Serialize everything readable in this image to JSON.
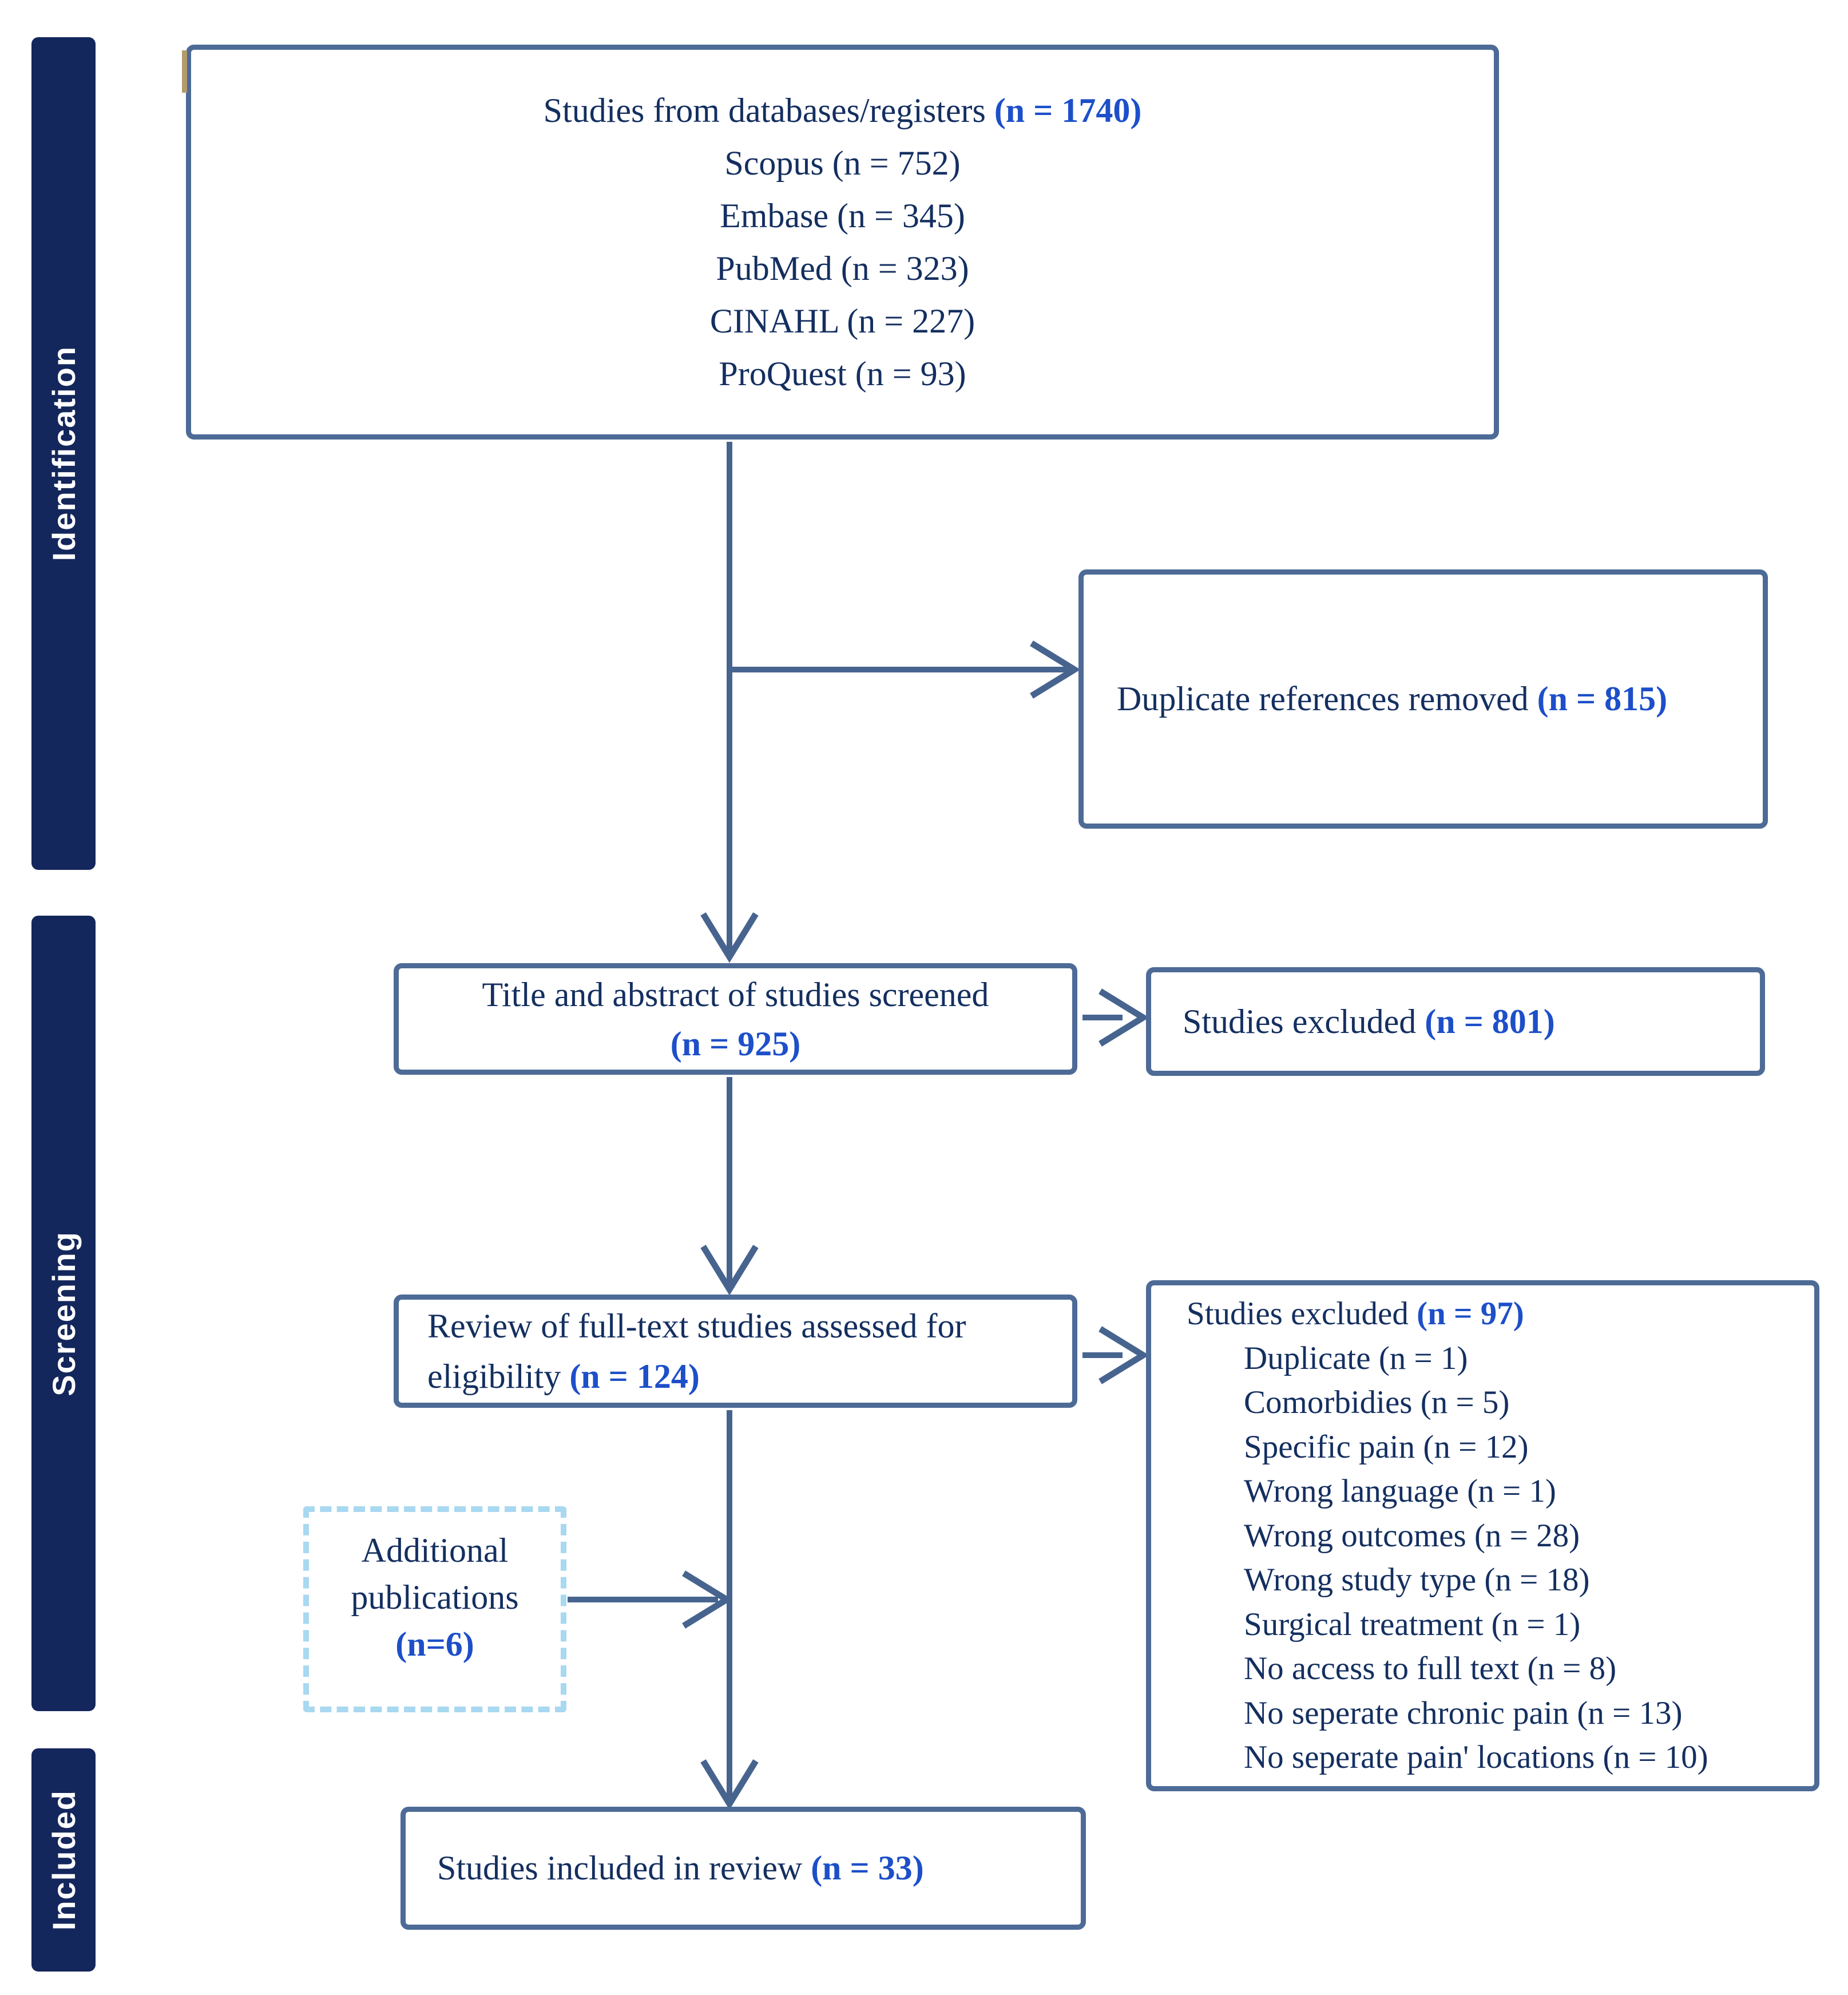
{
  "palette": {
    "border_blue": "#4d6b96",
    "arrow_blue": "#47648f",
    "text_navy": "#142f60",
    "accent_blue": "#1d4fc9",
    "sidebar_navy": "#14275c",
    "dashed_light_blue": "#a9d8f1"
  },
  "sidebar": {
    "stages": [
      {
        "label": "Identification"
      },
      {
        "label": "Screening"
      },
      {
        "label": "Included"
      }
    ]
  },
  "boxes": {
    "databases": {
      "title_prefix": "Studies from databases/registers ",
      "title_n": "(n = 1740)",
      "sources": [
        "Scopus (n = 752)",
        "Embase (n = 345)",
        "PubMed (n = 323)",
        "CINAHL (n = 227)",
        "ProQuest (n = 93)"
      ]
    },
    "duplicates_removed": {
      "label_prefix": "Duplicate references removed ",
      "n": "(n = 815)"
    },
    "screened": {
      "line1": "Title and abstract of studies screened",
      "n": "(n = 925)"
    },
    "excluded_screening": {
      "label_prefix": "Studies excluded ",
      "n": "(n = 801)"
    },
    "fulltext": {
      "line1": "Review of full-text studies assessed for",
      "line2_prefix": "eligibility ",
      "n": "(n = 124)"
    },
    "excluded_fulltext": {
      "label_prefix": "Studies excluded ",
      "n": "(n = 97)",
      "reasons": [
        "Duplicate (n = 1)",
        "Comorbidies (n = 5)",
        "Specific pain (n = 12)",
        "Wrong language (n = 1)",
        "Wrong outcomes (n = 28)",
        "Wrong study type (n = 18)",
        "Surgical treatment (n = 1)",
        "No access to full text (n = 8)",
        "No seperate chronic pain (n = 13)",
        "No seperate pain' locations (n = 10)"
      ]
    },
    "additional": {
      "line1": "Additional",
      "line2": "publications",
      "n": "(n=6)"
    },
    "included_review": {
      "label_prefix": "Studies included in review ",
      "n": "(n = 33)"
    }
  }
}
